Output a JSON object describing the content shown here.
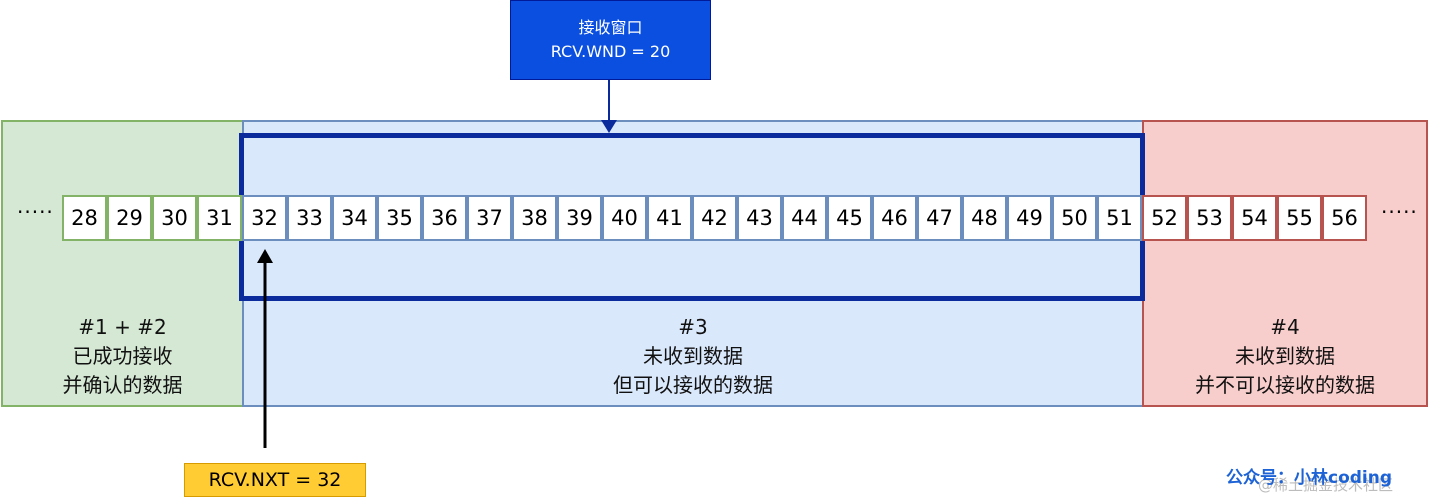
{
  "window_label": {
    "line1": "接收窗口",
    "line2": "RCV.WND = 20"
  },
  "cells": {
    "green": [
      "28",
      "29",
      "30",
      "31"
    ],
    "blue": [
      "32",
      "33",
      "34",
      "35",
      "36",
      "37",
      "38",
      "39",
      "40",
      "41",
      "42",
      "43",
      "44",
      "45",
      "46",
      "47",
      "48",
      "49",
      "50",
      "51"
    ],
    "red": [
      "52",
      "53",
      "54",
      "55",
      "56"
    ]
  },
  "ellipsis": {
    "left": "·····",
    "right": "·····"
  },
  "regions": {
    "green": {
      "line1": "#1 + #2",
      "line2": "已成功接收",
      "line3": "并确认的数据"
    },
    "blue": {
      "line1": "#3",
      "line2": "未收到数据",
      "line3": "但可以接收的数据"
    },
    "red": {
      "line1": "#4",
      "line2": "未收到数据",
      "line3": "并不可以接收的数据"
    }
  },
  "rcv_nxt_label": "RCV.NXT = 32",
  "watermark": {
    "main": "公众号：小林coding",
    "sub": "@稀土掘金技术社区"
  },
  "colors": {
    "green_fill": "#d5e8d4",
    "blue_fill": "#dae8fc",
    "red_fill": "#f8cecc",
    "window_border": "#0b2a9c",
    "window_label_bg": "#0b4fe0",
    "nxt_label_bg": "#ffcc33"
  }
}
